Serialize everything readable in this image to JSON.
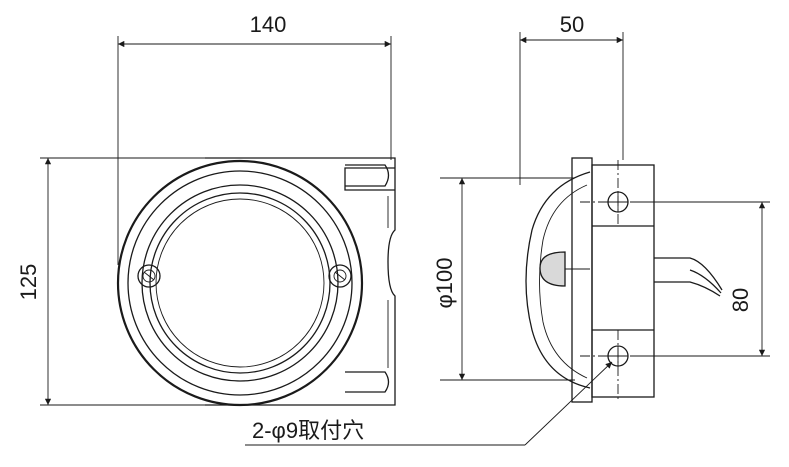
{
  "dimensions": {
    "front_width": "140",
    "front_height": "125",
    "side_depth": "50",
    "lens_diameter": "φ100",
    "hole_pitch": "80"
  },
  "callout": {
    "mounting_holes": "2-φ9取付穴"
  }
}
